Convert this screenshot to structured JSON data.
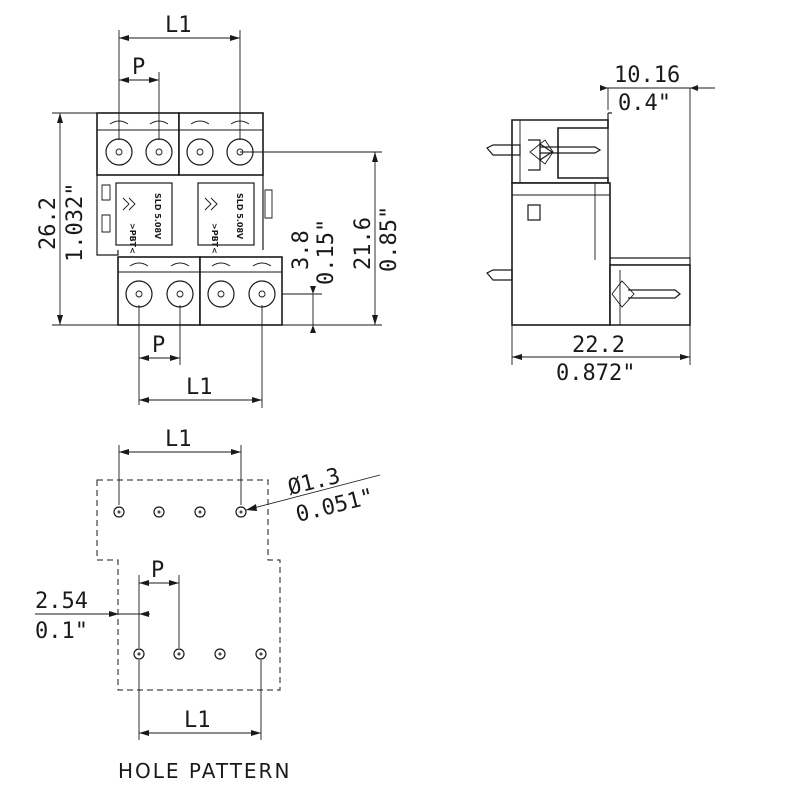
{
  "front_view": {
    "dim_L1_top": "L1",
    "dim_P_top": "P",
    "dim_P_bottom": "P",
    "dim_L1_bottom": "L1",
    "dim_height_mm": "26.2",
    "dim_height_in": "1.032\"",
    "dim_offset_mm": "3.8",
    "dim_offset_in": "0.15\"",
    "dim_pitch_height_mm": "21.6",
    "dim_pitch_height_in": "0.85\"",
    "marking_1": "SLD 5.08V",
    "marking_2": ">PBT<"
  },
  "side_view": {
    "dim_offset_mm": "10.16",
    "dim_offset_in": "0.4\"",
    "dim_depth_mm": "22.2",
    "dim_depth_in": "0.872\""
  },
  "hole_pattern": {
    "dim_L1_top": "L1",
    "dim_P": "P",
    "dim_L1_bottom": "L1",
    "dim_hole_mm": "Ø1.3",
    "dim_hole_in": "0.051\"",
    "dim_offset_mm": "2.54",
    "dim_offset_in": "0.1\"",
    "caption": "HOLE PATTERN"
  }
}
